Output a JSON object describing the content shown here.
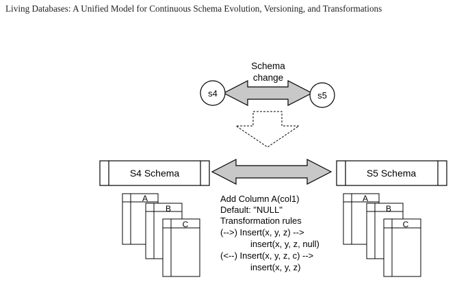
{
  "header": {
    "running_title": "Living Databases: A Unified Model for Continuous Schema Evolution, Versioning, and Transformations"
  },
  "diagram": {
    "schema_change": {
      "line1": "Schema",
      "line2": "change"
    },
    "nodes": {
      "left": "s4",
      "right": "s5"
    },
    "left_schema": {
      "title": "S4 Schema",
      "tables": [
        "A",
        "B",
        "C"
      ]
    },
    "right_schema": {
      "title": "S5 Schema",
      "tables": [
        "A",
        "B",
        "C"
      ]
    },
    "transformation": {
      "line1": "Add Column A(col1)",
      "line2": "Default: \"NULL\"",
      "line3": "Transformation rules",
      "line4": "(-->) Insert(x, y, z) -->",
      "line5": "insert(x, y, z, null)",
      "line6": "(<--) Insert(x, y, z, c) -->",
      "line7": "insert(x, y, z)"
    },
    "colors": {
      "arrow_fill": "#c8c8c8",
      "stroke": "#000000"
    }
  }
}
